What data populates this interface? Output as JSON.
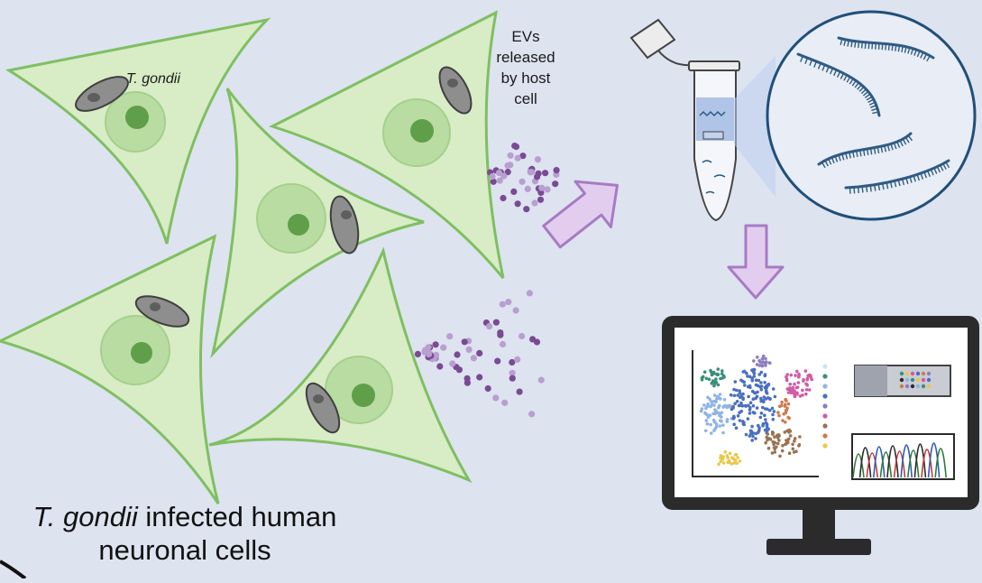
{
  "labels": {
    "parasite_label": "T. gondii",
    "ev_line1": "EVs",
    "ev_line2": "released",
    "ev_line3": "by host",
    "ev_line4": "cell",
    "caption_italic": "T. gondii",
    "caption_rest": " infected human",
    "caption_line2": "neuronal cells"
  },
  "colors": {
    "background": "#dde3ef",
    "cell_fill": "#d8ecc6",
    "cell_stroke": "#7fbf62",
    "nucleus": "#b9dca2",
    "nucleolus": "#5f9f4a",
    "parasite": "#8e8e8e",
    "ev_dark": "#7a4a94",
    "ev_light": "#b89fd0",
    "arrow_fill": "#e3cdef",
    "arrow_stroke": "#a77bc4",
    "rna": "#2f5b84",
    "monitor": "#2b2b2b"
  },
  "icons": [
    "neuron-cell-icon",
    "parasite-icon",
    "vesicle-dot-icon",
    "arrow-icon",
    "tube-icon",
    "rna-strand-icon",
    "monitor-icon"
  ]
}
